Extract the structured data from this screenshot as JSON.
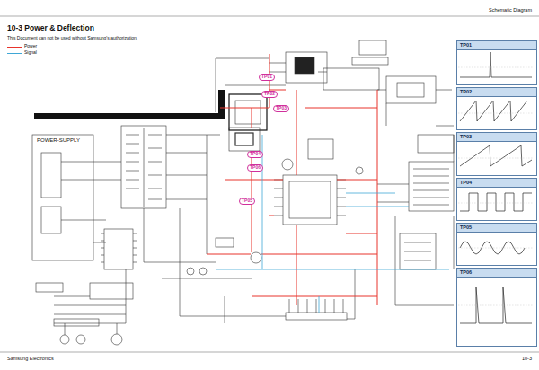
{
  "diagram": {
    "title": "10-3 Power & Deflection",
    "nodes": [
      {
        "text": [
          "TP01"
        ]
      },
      {
        "text": [
          "TP02"
        ]
      },
      {
        "text": [
          "TP03"
        ]
      },
      {
        "text": [
          "TP04"
        ]
      },
      {
        "text": [
          "TP05"
        ]
      },
      {
        "text": [
          "TP06"
        ]
      }
    ],
    "labels": [
      "Schematic Diagram",
      "This Document can not be used without Samsung's authorization.",
      "TP01",
      "TP02",
      "TP03",
      "TP04",
      "TP06",
      "TP05",
      "POWER-SUPPLY",
      "Samsung Electronics",
      "10-3"
    ],
    "legend": [
      {
        "text": "Power",
        "color": "#e8342c"
      },
      {
        "text": "Signal",
        "color": "#3fa7d6"
      }
    ]
  }
}
